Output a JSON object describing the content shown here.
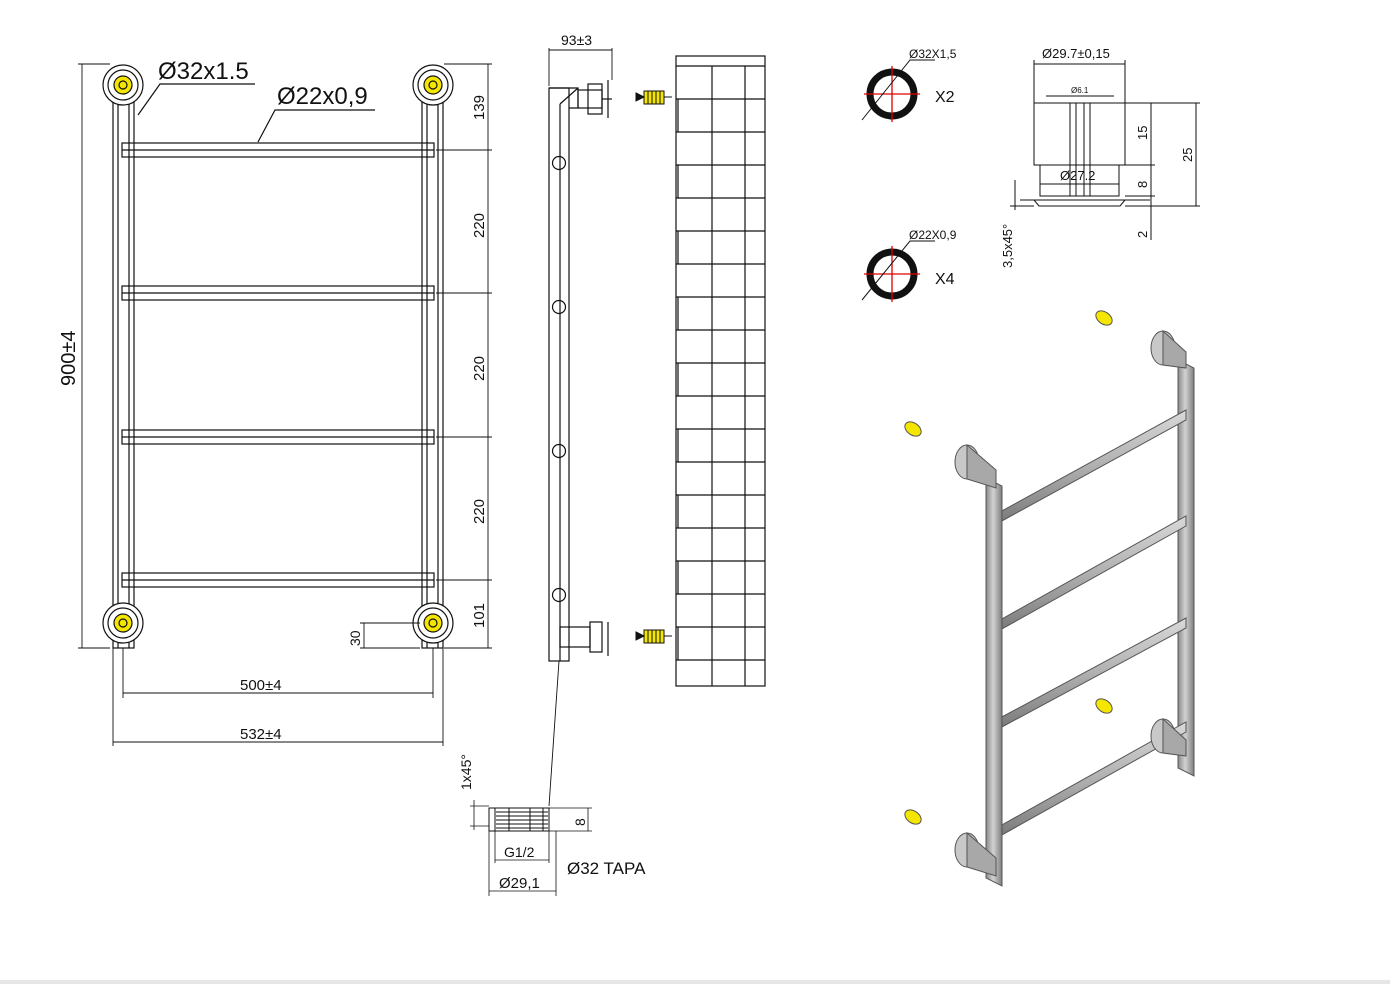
{
  "front_view": {
    "outer_tube_label": "Ø32x1.5",
    "rung_tube_label": "Ø22x0,9",
    "height_label": "900±4",
    "spacing_top": "139",
    "spacing_1": "220",
    "spacing_2": "220",
    "spacing_3": "220",
    "spacing_bottom": "101",
    "offset_label": "30",
    "center_width_label": "500±4",
    "overall_width_label": "532±4"
  },
  "side_view": {
    "depth_label": "93±3"
  },
  "cap_detail": {
    "chamfer_label": "1x45°",
    "height_label": "8",
    "thread_label": "G1/2",
    "diameter_label": "Ø29,1",
    "caption": "Ø32 TAPA"
  },
  "sections": {
    "outer": {
      "label": "Ø32X1,5",
      "qty": "X2"
    },
    "rung": {
      "label": "Ø22X0,9",
      "qty": "X4"
    }
  },
  "bracket_detail": {
    "top_width": "Ø29.7±0,15",
    "hole": "Ø6.1",
    "inner_dia": "Ø27.2",
    "dim_15": "15",
    "dim_8": "8",
    "dim_25": "25",
    "dim_2": "2",
    "chamfer": "3,5x45°"
  },
  "colors": {
    "line": "#111111",
    "accent_yellow": "#f5e600",
    "section_red": "#e00000",
    "metal": "#b5b5b5",
    "metal_dark": "#7a7a7a"
  }
}
